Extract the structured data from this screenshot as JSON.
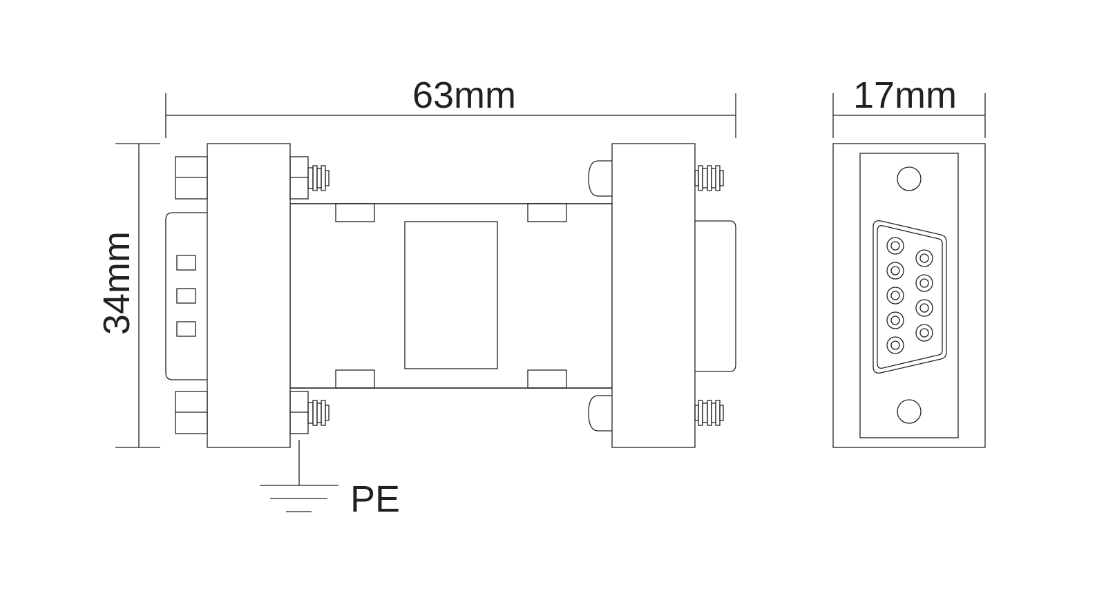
{
  "labels": {
    "width_dim": "63mm",
    "height_dim": "34mm",
    "depth_dim": "17mm",
    "ground": "PE"
  },
  "colors": {
    "line": "#231f20",
    "background": "#ffffff"
  }
}
